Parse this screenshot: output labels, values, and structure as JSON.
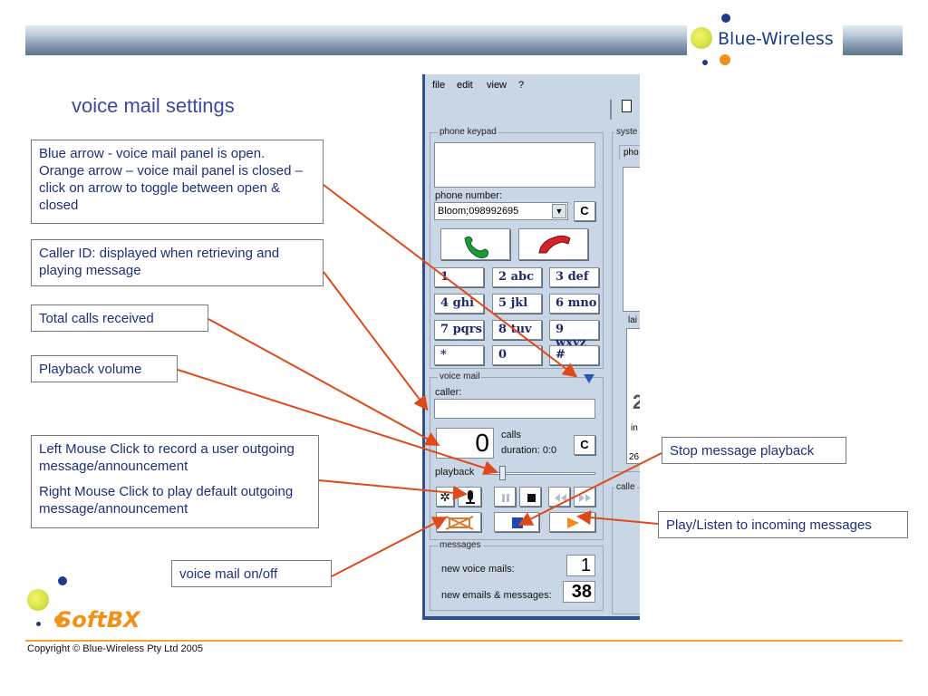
{
  "header": {
    "brand": "Blue-Wireless"
  },
  "page_title": "voice mail settings",
  "callouts": {
    "arrow_toggle": [
      "Blue arrow - voice mail panel is open.",
      "Orange arrow – voice mail panel is closed – click on arrow to toggle between open & closed"
    ],
    "caller_id": "Caller ID: displayed when retrieving and playing message",
    "total_calls": "Total calls received",
    "playback_volume": "Playback volume",
    "record_left": "Left Mouse Click to record a user outgoing message/announcement",
    "record_right": "Right Mouse Click to play default outgoing message/announcement",
    "voicemail_onoff": "voice mail on/off",
    "stop_playback": "Stop message playback",
    "play_listen": "Play/Listen to incoming messages"
  },
  "app": {
    "menu": [
      "file",
      "edit",
      "view",
      "?"
    ],
    "keypad": {
      "group_label": "phone keypad",
      "phone_number_label": "phone number:",
      "phone_number_value": "Bloom;098992695",
      "clear_label": "C",
      "keys": [
        "1",
        "2 abc",
        "3 def",
        "4 ghi",
        "5 jkl",
        "6 mno",
        "7 pqrs",
        "8 tuv",
        "9 wxyz",
        "*",
        "0",
        "#"
      ]
    },
    "voicemail": {
      "group_label": "voice mail",
      "caller_label": "caller:",
      "calls_count": "0",
      "calls_label": "calls",
      "duration_label": "duration: 0:0",
      "clear_label": "C",
      "playback_label": "playback",
      "playback_volume": 0.14
    },
    "messages": {
      "group_label": "messages",
      "new_voice_mails_label": "new voice mails:",
      "new_voice_mails_value": "1",
      "new_emails_label": "new emails & messages:",
      "new_emails_value": "38"
    },
    "right_panel": {
      "system_label": "syste",
      "tab_label": "pho",
      "lai_label": "lai",
      "digit_2": "2",
      "int_label": "in",
      "num_26": "26",
      "caller_label": "calle"
    }
  },
  "footer": {
    "brand": "SoftBX",
    "copyright": "Copyright © Blue-Wireless Pty Ltd 2005"
  },
  "colors": {
    "title": "#3b4aa3",
    "callout_text": "#1e2f7e",
    "arrow": "#e04a1a",
    "accent_orange": "#f29018",
    "app_bg": "#c9d6e5"
  }
}
